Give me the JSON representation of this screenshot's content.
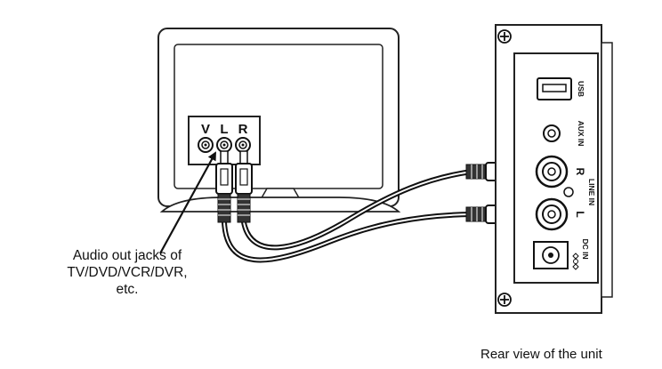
{
  "tv_jacks": {
    "v": "V",
    "l": "L",
    "r": "R"
  },
  "callout_lines": [
    "Audio out jacks of",
    "TV/DVD/VCR/DVR,",
    "etc."
  ],
  "unit_labels": {
    "usb": "USB",
    "aux_in": "AUX IN",
    "line_in": "LINE IN",
    "line_in_r": "R",
    "line_in_l": "L",
    "dc_in": "DC IN"
  },
  "caption": "Rear view of the unit",
  "icons": [
    "screw-icon",
    "usb-port-icon",
    "rca-jack-icon",
    "dc-jack-icon",
    "rca-plug-icon",
    "arrow-icon"
  ]
}
